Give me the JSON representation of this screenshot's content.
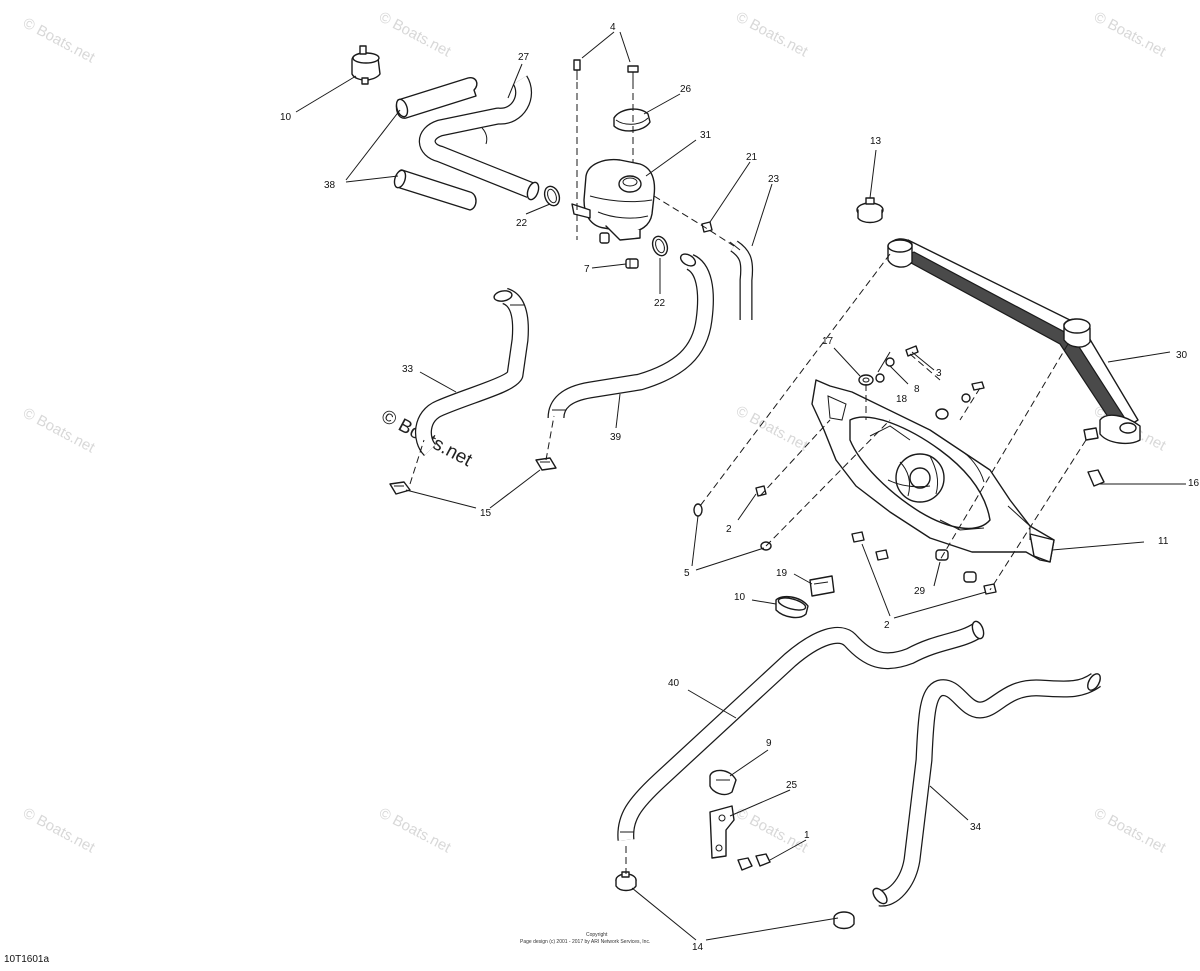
{
  "diagram": {
    "callouts": {
      "c1": "1",
      "c2a": "2",
      "c2b": "2",
      "c3": "3",
      "c4": "4",
      "c5": "5",
      "c7": "7",
      "c8": "8",
      "c9": "9",
      "c10a": "10",
      "c10b": "10",
      "c11": "11",
      "c13": "13",
      "c14": "14",
      "c15": "15",
      "c16": "16",
      "c17": "17",
      "c18": "18",
      "c19": "19",
      "c21": "21",
      "c22a": "22",
      "c22b": "22",
      "c23": "23",
      "c25": "25",
      "c26": "26",
      "c27": "27",
      "c29": "29",
      "c30": "30",
      "c31": "31",
      "c33": "33",
      "c34": "34",
      "c38": "38",
      "c39": "39",
      "c40": "40"
    },
    "watermark": "© Boats.net",
    "watermark_center": "© Boats.net",
    "copyright_line1": "Copyright",
    "copyright_line2": "Page design (c) 2001 - 2017 by ARI Network Services, Inc.",
    "figure_code": "10T1601a"
  }
}
